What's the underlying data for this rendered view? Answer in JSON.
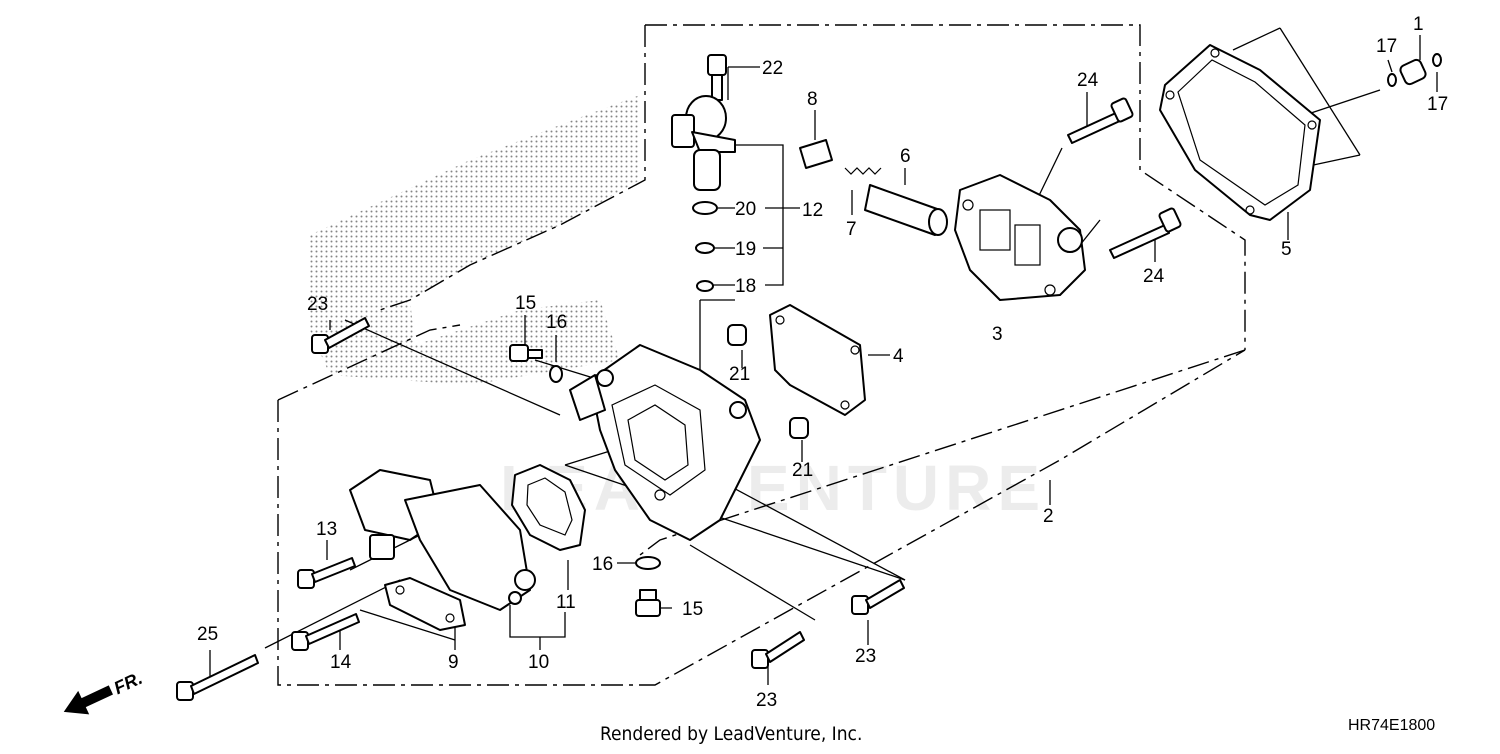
{
  "diagram": {
    "callouts": {
      "c1": "1",
      "c2": "2",
      "c3": "3",
      "c4": "4",
      "c5": "5",
      "c6": "6",
      "c7": "7",
      "c8": "8",
      "c9": "9",
      "c10": "10",
      "c11": "11",
      "c12": "12",
      "c13": "13",
      "c14": "14",
      "c15a": "15",
      "c15b": "15",
      "c16a": "16",
      "c16b": "16",
      "c17a": "17",
      "c17b": "17",
      "c18": "18",
      "c19": "19",
      "c20": "20",
      "c21a": "21",
      "c21b": "21",
      "c22": "22",
      "c23a": "23",
      "c23b": "23",
      "c23c": "23",
      "c24a": "24",
      "c24b": "24",
      "c25": "25"
    },
    "front_label": "FR.",
    "watermark": "LEADVENTURE",
    "credit": "Rendered by LeadVenture, Inc.",
    "diagram_code": "HR74E1800"
  }
}
